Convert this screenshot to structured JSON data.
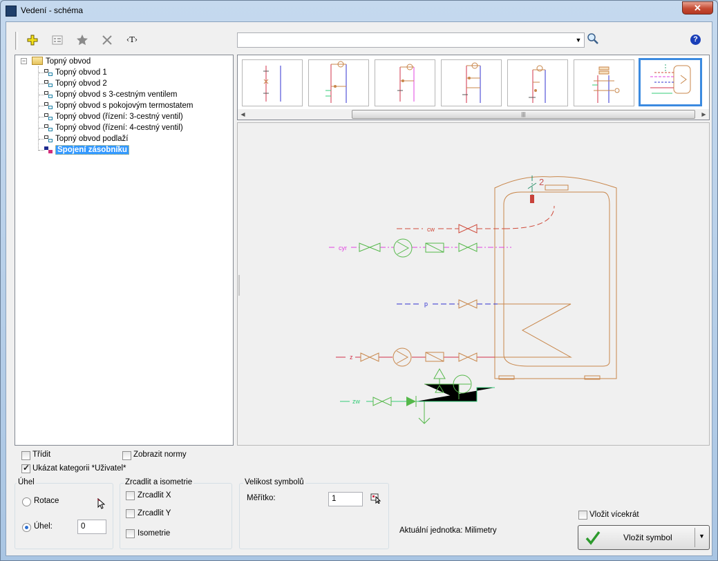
{
  "window": {
    "title": "Vedení - schéma",
    "close_label": "✕"
  },
  "toolbar": {
    "insert_text_label": "‹T›"
  },
  "search": {
    "value": ""
  },
  "tree": {
    "root": "Topný obvod",
    "items": [
      "Topný obvod 1",
      "Topný obvod 2",
      "Topný obvod s 3-cestným ventilem",
      "Topný obvod s pokojovým termostatem",
      "Topný obvod (řízení: 3-cestný ventil)",
      "Topný obvod (řízení: 4-cestný ventil)",
      "Topný obvod podlaží"
    ],
    "selected": "Spojení zásobníku"
  },
  "scheme_labels": {
    "cw": "cw",
    "cyr": "cyr",
    "p": "p",
    "z": "z",
    "zw": "zw",
    "n2": "2"
  },
  "options": {
    "sort_label": "Třídit",
    "sort_checked": false,
    "show_norms_label": "Zobrazit normy",
    "show_norms_checked": false,
    "show_user_cat_label": "Ukázat kategorii *Uživatel*",
    "show_user_cat_checked": true
  },
  "angle_group": {
    "title": "Úhel",
    "rotation_label": "Rotace",
    "angle_label": "Úhel:",
    "angle_value": "0",
    "selected": "angle"
  },
  "mirror_group": {
    "title": "Zrcadlit a isometrie",
    "mirror_x": "Zrcadlit X",
    "mirror_y": "Zrcadlit Y",
    "isometry": "Isometrie"
  },
  "size_group": {
    "title": "Velikost symbolů",
    "scale_label": "Měřítko:",
    "scale_value": "1"
  },
  "units_text": "Aktuální jednotka: Milimetry",
  "insert_multiple_label": "Vložit vícekrát",
  "insert_button_label": "Vložit symbol",
  "colors": {
    "cold_water": "#cf4a3a",
    "circulation": "#e040e0",
    "supply": "#3030d0",
    "return": "#d23048",
    "drain": "#33cc77",
    "valve_green": "#55b84a",
    "tank": "#c8864a"
  }
}
